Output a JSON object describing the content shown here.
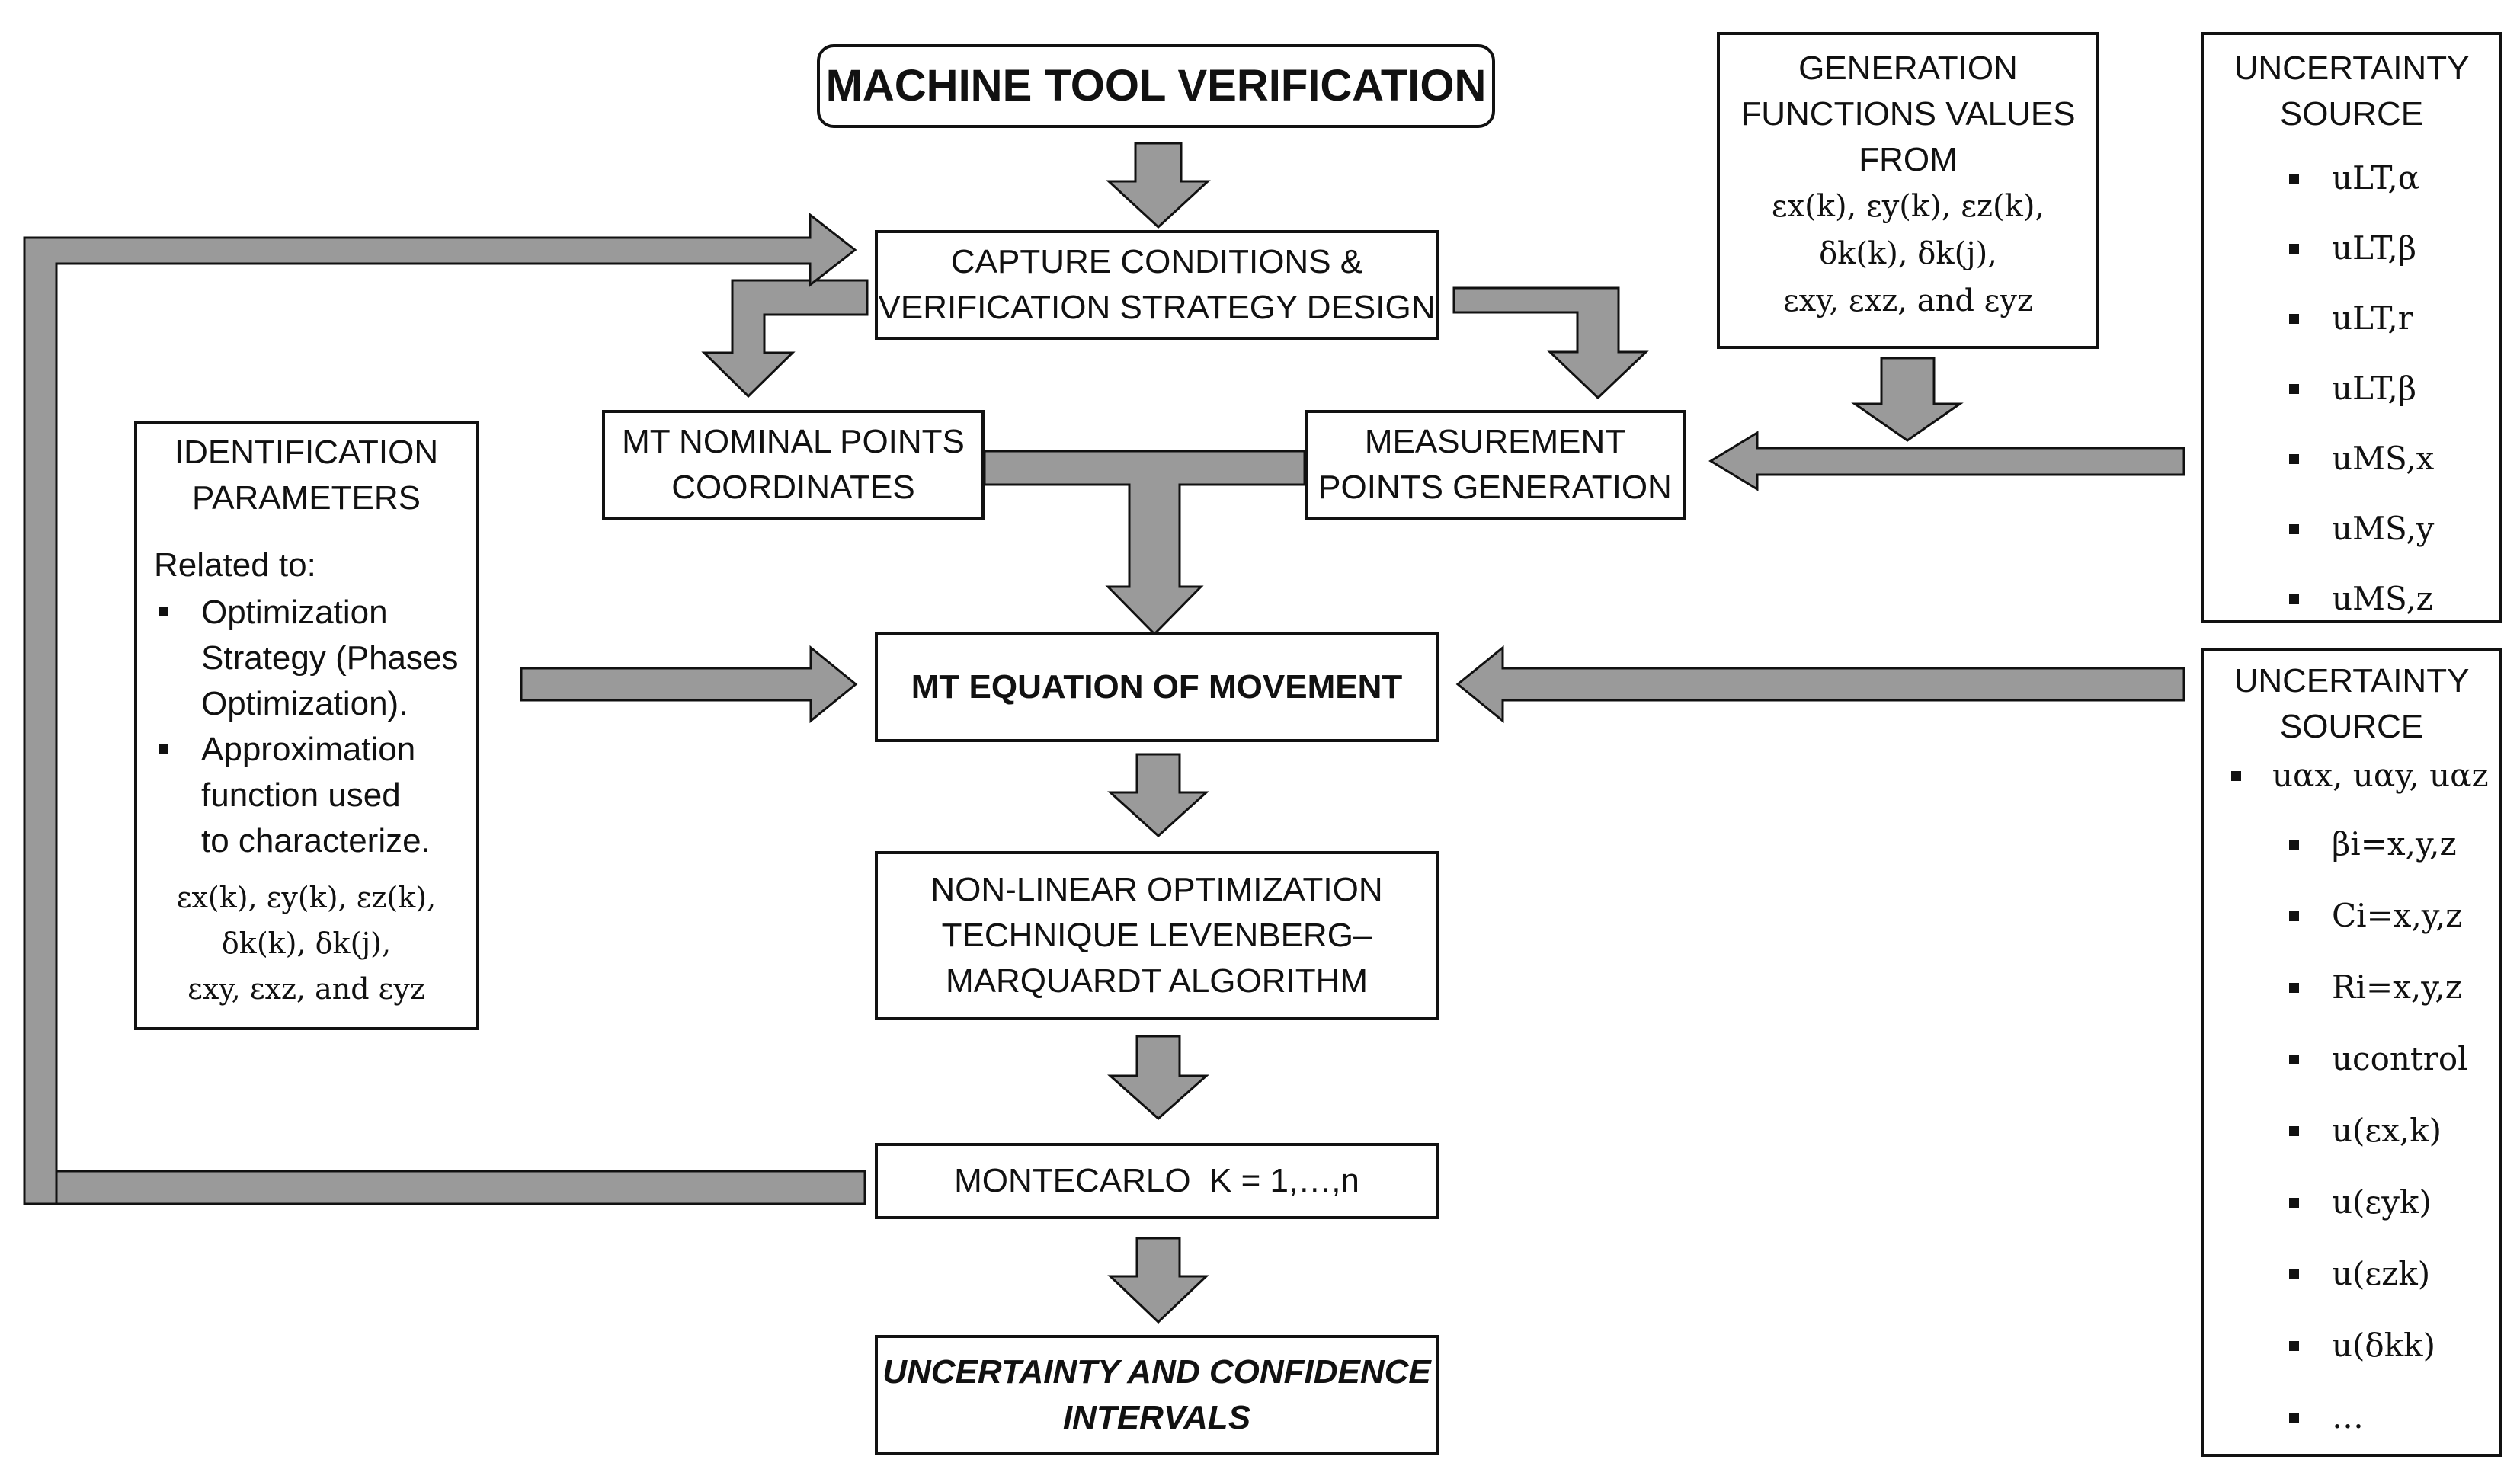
{
  "title": "MACHINE TOOL VERIFICATION",
  "capture": {
    "line1": "CAPTURE CONDITIONS &",
    "line2": "VERIFICATION STRATEGY DESIGN"
  },
  "nominal": {
    "line1": "MT NOMINAL POINTS",
    "line2": "COORDINATES"
  },
  "measurement": {
    "line1": "MEASUREMENT",
    "line2": "POINTS GENERATION"
  },
  "equation": "MT EQUATION OF MOVEMENT",
  "optimization": {
    "line1": "NON-LINEAR OPTIMIZATION",
    "line2": "TECHNIQUE LEVENBERG–",
    "line3": "MARQUARDT ALGORITHM"
  },
  "montecarlo": "MONTECARLO  K = 1,…,n",
  "result": {
    "line1": "UNCERTAINTY AND CONFIDENCE",
    "line2": "INTERVALS"
  },
  "generation": {
    "line1": "GENERATION",
    "line2": "FUNCTIONS VALUES",
    "line3": "FROM",
    "math1": "εx(k), εy(k), εz(k),",
    "math2": "δk(k), δk(j),",
    "math3": "εxy, εxz, and εyz"
  },
  "identification": {
    "head1": "IDENTIFICATION",
    "head2": "PARAMETERS",
    "related": "Related to:",
    "bullet1": {
      "line1": "Optimization",
      "line2": "Strategy (Phases",
      "line3": "Optimization)."
    },
    "bullet2": {
      "line1": "Approximation",
      "line2": "function used",
      "line3": "to characterize."
    },
    "math1": "εx(k), εy(k), εz(k),",
    "math2": "δk(k), δk(j),",
    "math3": "εxy, εxz, and εyz"
  },
  "uncertainty1": {
    "head1": "UNCERTAINTY",
    "head2": "SOURCE",
    "items": [
      "uLT,α",
      "uLT,β",
      "uLT,r",
      "uLT,β",
      "uMS,x",
      "uMS,y",
      "uMS,z"
    ]
  },
  "uncertainty2": {
    "head1": "UNCERTAINTY",
    "head2": "SOURCE",
    "top": "uαx, uαy, uαz",
    "items": [
      "βi=x,y,z",
      "Ci=x,y,z",
      "Ri=x,y,z",
      "ucontrol",
      "u(εx,k)",
      "u(εyk)",
      "u(εzk)",
      "u(δkk)",
      "…"
    ]
  },
  "colors": {
    "arrow_fill": "#9a9a9a",
    "stroke": "#111111"
  }
}
